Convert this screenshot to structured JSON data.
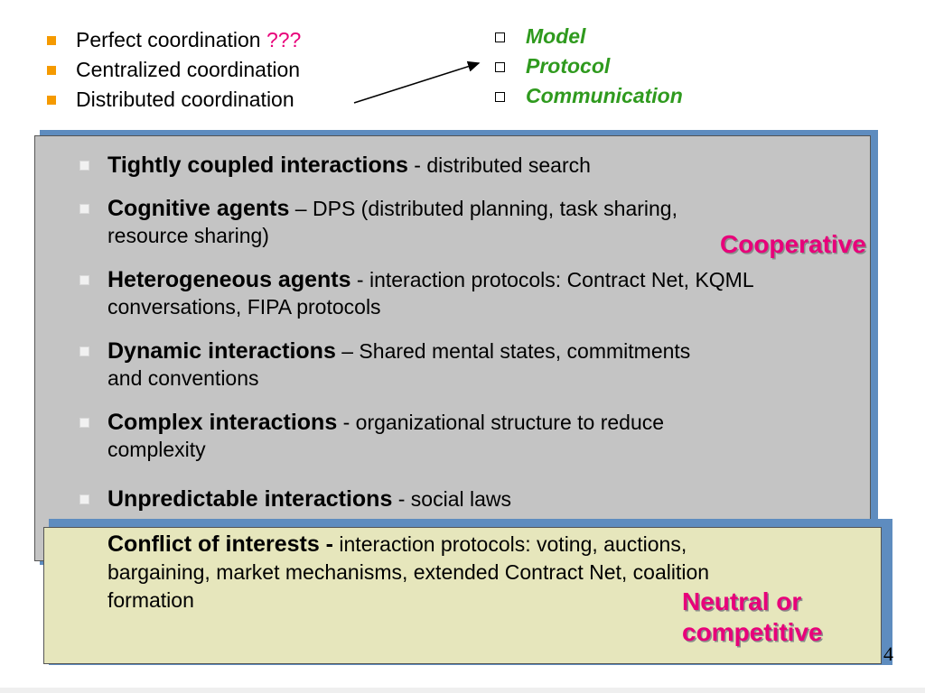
{
  "top_left": {
    "items": [
      {
        "text": "Perfect coordination",
        "suffix": "???"
      },
      {
        "text": "Centralized coordination"
      },
      {
        "text": "Distributed coordination"
      }
    ],
    "bullet_color": "#f59a00",
    "highlight_color": "#e8007a"
  },
  "top_right": {
    "items": [
      "Model",
      "Protocol",
      "Communication"
    ],
    "color": "#2f9a1e"
  },
  "cooperative": {
    "label": "Cooperative",
    "items": [
      {
        "bold": "Tightly coupled interactions",
        "rest": " - distributed search"
      },
      {
        "bold": "Cognitive agents",
        "rest": " – DPS (distributed planning, task sharing, resource sharing)"
      },
      {
        "bold": "Heterogeneous agents",
        "rest": " - interaction protocols: Contract Net, KQML conversations, FIPA protocols"
      },
      {
        "bold": "Dynamic interactions",
        "rest": " – Shared mental states, commitments and conventions"
      },
      {
        "bold": "Complex interactions",
        "rest": " - organizational structure to reduce complexity"
      },
      {
        "bold": "Unpredictable interactions",
        "rest": " - social laws"
      }
    ],
    "box_color": "#c4c4c4",
    "shadow_color": "#5e8cbf"
  },
  "neutral": {
    "label_line1": "Neutral or",
    "label_line2": "competitive",
    "bold": "Conflict of interests -",
    "rest": " interaction protocols: voting, auctions, bargaining, market mechanisms, extended Contract Net, coalition formation",
    "box_color": "#e6e6bc"
  },
  "page_number": "4",
  "label_color": "#e8007a"
}
